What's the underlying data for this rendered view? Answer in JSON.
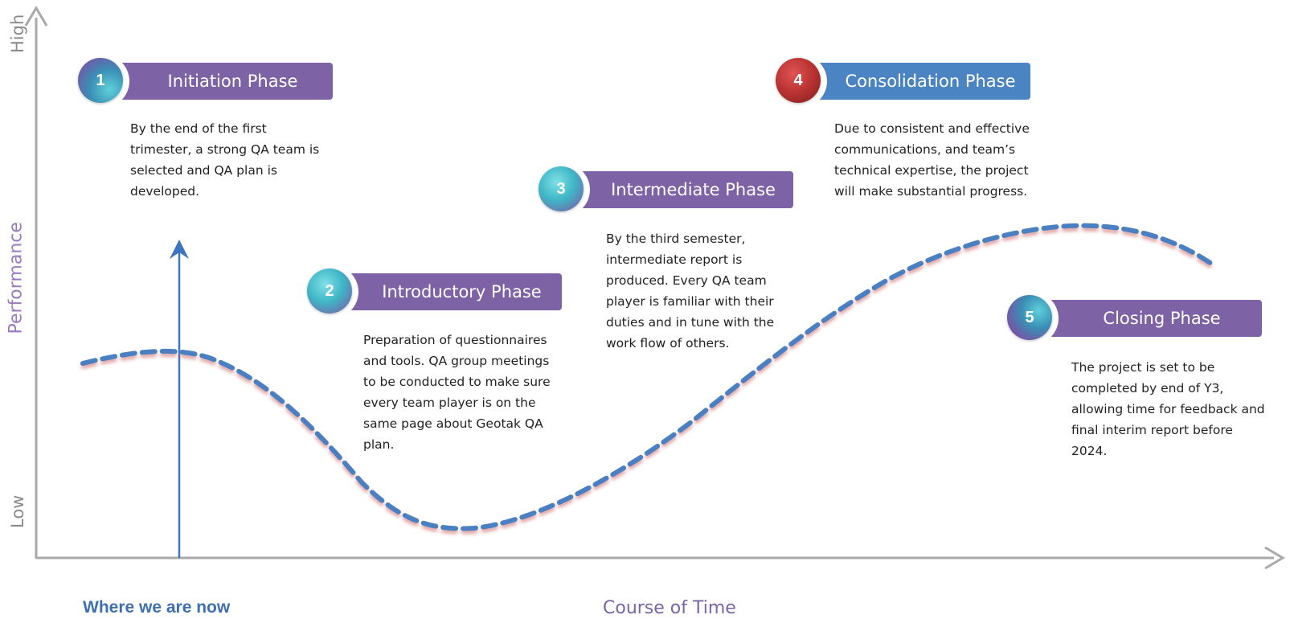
{
  "axes": {
    "y_high": "High",
    "y_low": "Low",
    "y_title": "Performance",
    "x_title": "Course of Time",
    "marker_label": "Where we are now"
  },
  "phases": [
    {
      "number": "1",
      "title": "Initiation Phase",
      "bar_color": "#7d62a6",
      "description": "By the end of the first trimester,  a strong QA team is selected and QA plan is developed."
    },
    {
      "number": "2",
      "title": "Introductory Phase",
      "bar_color": "#7d62a6",
      "description": "Preparation of questionnaires and tools. QA group meetings to be conducted to make sure every team player is on the same page about Geotak QA plan."
    },
    {
      "number": "3",
      "title": "Intermediate Phase",
      "bar_color": "#7d62a6",
      "description": "By the third semester, intermediate report is produced. Every QA team player is familiar with their duties and in tune with the work flow of others."
    },
    {
      "number": "4",
      "title": "Consolidation Phase",
      "bar_color": "#4b84c3",
      "description": "Due to consistent and effective communications, and team’s technical expertise, the project will make substantial progress."
    },
    {
      "number": "5",
      "title": "Closing Phase",
      "bar_color": "#7d62a6",
      "description": "The project is set to be completed by end of Y3, allowing time for feedback and final interim report before 2024."
    }
  ],
  "colors": {
    "axis": "#a9a9a9",
    "curve": "#4a7fc1",
    "curve_shadow": "#d07070",
    "marker": "#3f74bf",
    "phase_circle_light": "#3fb6c6",
    "phase_circle_dark": "#8c3fa0",
    "phase4_circle": "#a72c2c"
  }
}
